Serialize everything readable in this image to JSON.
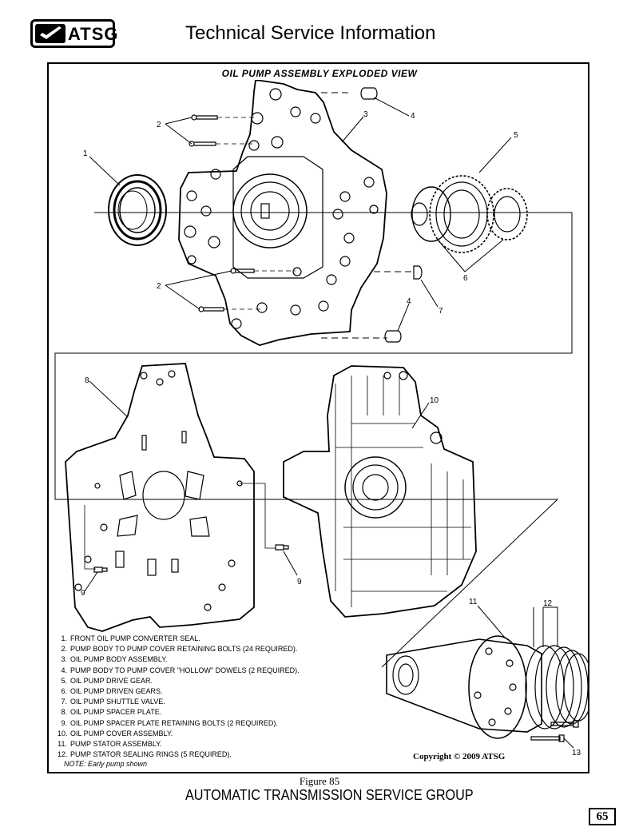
{
  "header": {
    "logo_text": "ATSG",
    "title": "Technical Service Information"
  },
  "figure": {
    "title": "OIL PUMP ASSEMBLY EXPLODED VIEW",
    "caption": "Figure 85"
  },
  "callouts": [
    "1",
    "2",
    "2",
    "3",
    "4",
    "4",
    "5",
    "6",
    "7",
    "8",
    "9",
    "9",
    "10",
    "11",
    "12",
    "13"
  ],
  "legend": [
    {
      "num": "1.",
      "text": "FRONT OIL PUMP CONVERTER SEAL."
    },
    {
      "num": "2.",
      "text": "PUMP BODY TO PUMP COVER RETAINING BOLTS (24 REQUIRED)."
    },
    {
      "num": "3.",
      "text": "OIL PUMP BODY ASSEMBLY."
    },
    {
      "num": "4.",
      "text": "PUMP BODY TO PUMP COVER \"HOLLOW\" DOWELS (2 REQUIRED)."
    },
    {
      "num": "5.",
      "text": "OIL PUMP DRIVE GEAR."
    },
    {
      "num": "6.",
      "text": "OIL PUMP DRIVEN GEARS."
    },
    {
      "num": "7.",
      "text": "OIL PUMP SHUTTLE VALVE."
    },
    {
      "num": "8.",
      "text": "OIL PUMP SPACER PLATE."
    },
    {
      "num": "9.",
      "text": "OIL PUMP SPACER PLATE RETAINING BOLTS (2 REQUIRED)."
    },
    {
      "num": "10.",
      "text": "OIL PUMP COVER ASSEMBLY."
    },
    {
      "num": "11.",
      "text": "PUMP STATOR ASSEMBLY."
    },
    {
      "num": "12.",
      "text": "PUMP STATOR SEALING RINGS  (5 REQUIRED)."
    }
  ],
  "note": "NOTE: Early pump shown",
  "copyright": "Copyright © 2009 ATSG",
  "footer": {
    "org": "AUTOMATIC TRANSMISSION SERVICE GROUP",
    "page": "65"
  }
}
